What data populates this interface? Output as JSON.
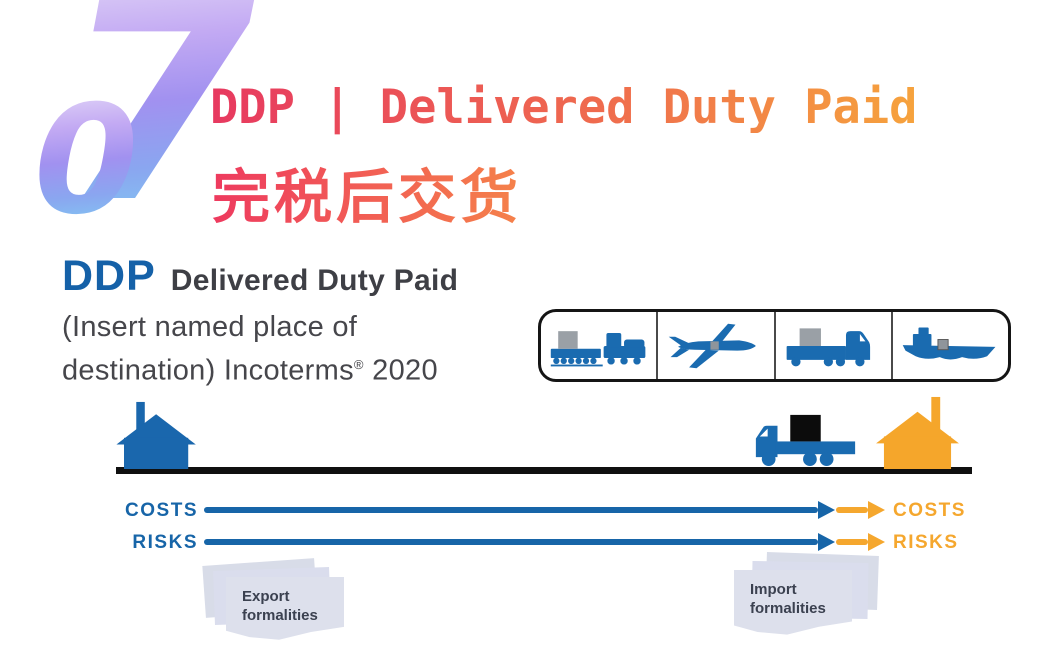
{
  "hero": {
    "zero": "0",
    "seven": "7",
    "title": "DDP | Delivered Duty Paid",
    "subtitle_zh": "完税后交货"
  },
  "term": {
    "code": "DDP",
    "name": "Delivered Duty Paid",
    "place_line1": "(Insert named place of",
    "place_line2_pre": "destination) Incoterms",
    "reg_mark": "®",
    "place_line2_post": " 2020"
  },
  "modes": {
    "icons": [
      "train-icon",
      "plane-icon",
      "truck-icon",
      "ship-icon"
    ]
  },
  "timeline": {
    "costs_left": "COSTS",
    "risks_left": "RISKS",
    "costs_right": "COSTS",
    "risks_right": "RISKS"
  },
  "documents": {
    "export_label": "Export formalities",
    "import_label": "Import formalities"
  },
  "colors": {
    "blue": "#1a67ad",
    "orange": "#f5a62b",
    "title_pink": "#e73960",
    "title_orange": "#f6a33d",
    "black_line": "#101010",
    "page_fill": "#dbdeea",
    "page_text": "#3b4150",
    "gray_cargo": "#9aa0a6"
  }
}
